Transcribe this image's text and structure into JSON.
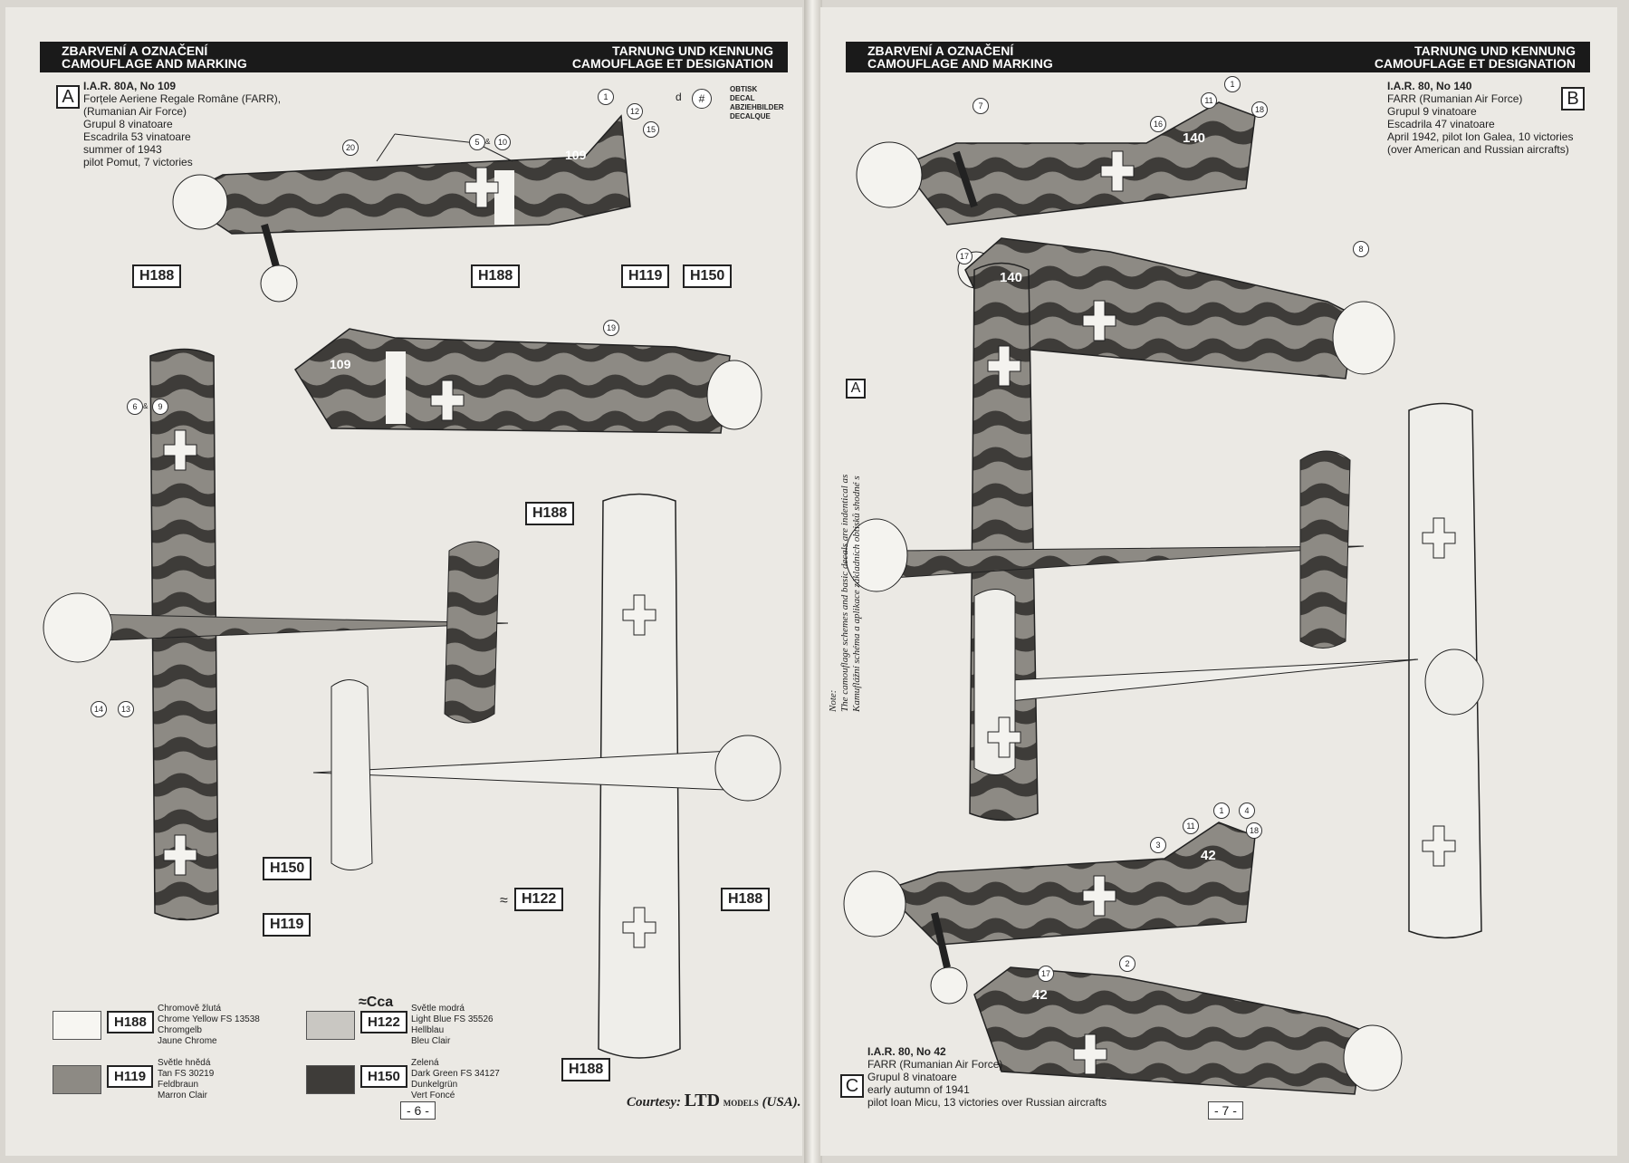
{
  "left_page": {
    "header": {
      "left_line1": "ZBARVENÍ A OZNAČENÍ",
      "left_line2": "CAMOUFLAGE AND MARKING",
      "right_line1": "TARNUNG UND KENNUNG",
      "right_line2": "CAMOUFLAGE ET DESIGNATION"
    },
    "scheme_letter": "A",
    "aircraft": {
      "title": "I.A.R. 80A, No 109",
      "lines": [
        "Forțele Aeriene Regale Române (FARR),",
        "(Rumanian Air Force)",
        "Grupul 8 vinatoare",
        "Escadrila 53 vinatoare",
        "summer of 1943",
        "pilot Pomut, 7 victories"
      ]
    },
    "decal_legend": {
      "symbol_d": "d",
      "symbol_hash": "#",
      "labels": [
        "OBTISK",
        "DECAL",
        "ABZIEHBILDER",
        "DECALQUE"
      ]
    },
    "fuselage_numbers": [
      "109",
      "109"
    ],
    "callouts": [
      "1",
      "12",
      "15",
      "20",
      "5",
      "&",
      "10",
      "6",
      "&",
      "9",
      "14",
      "13",
      "19"
    ],
    "color_tags": [
      "H188",
      "H188",
      "H119",
      "H150",
      "H188",
      "H150",
      "H119",
      "H122",
      "H188",
      "H188"
    ],
    "approx_prefix": "≈",
    "legend": [
      {
        "code": "H188",
        "color": "#f7f6f2",
        "lines": [
          "Chromově žlutá",
          "Chrome Yellow FS 13538",
          "Chromgelb",
          "Jaune Chrome"
        ]
      },
      {
        "code": "H122",
        "color": "#c9c7c2",
        "prefix": "≈Cca",
        "lines": [
          "Světle modrá",
          "Light Blue FS 35526",
          "Hellblau",
          "Bleu Clair"
        ]
      },
      {
        "code": "H119",
        "color": "#8d8a84",
        "lines": [
          "Světle hnědá",
          "Tan FS 30219",
          "Feldbraun",
          "Marron Clair"
        ]
      },
      {
        "code": "H150",
        "color": "#3e3c39",
        "lines": [
          "Zelená",
          "Dark Green FS 34127",
          "Dunkelgrün",
          "Vert Foncé"
        ]
      }
    ],
    "courtesy_label": "Courtesy:",
    "courtesy_brand": "LTD",
    "courtesy_sub": "MODELS",
    "courtesy_country": "(USA).",
    "page_number": "- 6 -"
  },
  "right_page": {
    "header": {
      "left_line1": "ZBARVENÍ A OZNAČENÍ",
      "left_line2": "CAMOUFLAGE AND MARKING",
      "right_line1": "TARNUNG UND KENNUNG",
      "right_line2": "CAMOUFLAGE ET DESIGNATION"
    },
    "scheme_b": {
      "letter": "B",
      "title": "I.A.R. 80, No 140",
      "lines": [
        "FARR (Rumanian Air Force)",
        "Grupul 9 vinatoare",
        "Escadrila 47 vinatoare",
        "April 1942, pilot Ion Galea, 10 victories",
        "(over American and Russian aircrafts)"
      ]
    },
    "scheme_c": {
      "letter": "C",
      "title": "I.A.R. 80, No 42",
      "lines": [
        "FARR (Rumanian Air Force)",
        "Grupul 8 vinatoare",
        "early autumn of 1941",
        "pilot Ioan Micu, 13 victories over Russian aircrafts"
      ]
    },
    "note_box_letter": "A",
    "note": [
      "Note:",
      "The camouflage schemes and basic decals are indentical as",
      "Kamuflážní schéma a aplikace základních obtisků shodné s"
    ],
    "fuselage_numbers": [
      "140",
      "140",
      "42",
      "42"
    ],
    "callouts": [
      "1",
      "11",
      "16",
      "18",
      "7",
      "17",
      "8",
      "11",
      "1",
      "4",
      "3",
      "18",
      "2",
      "17"
    ],
    "page_number": "- 7 -"
  }
}
